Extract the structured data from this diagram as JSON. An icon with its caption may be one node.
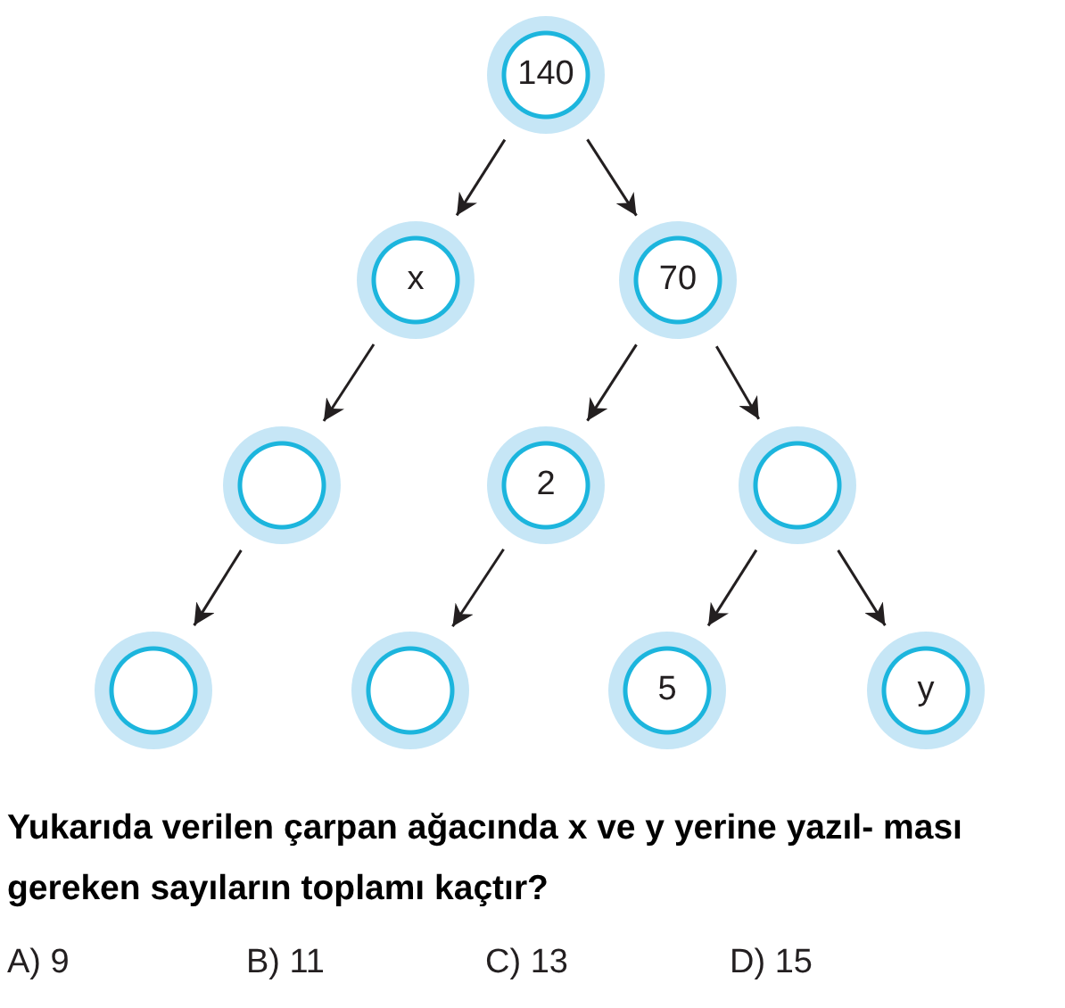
{
  "diagram": {
    "nodes": [
      {
        "text": [
          "140"
        ]
      },
      {
        "text": [
          "x"
        ]
      },
      {
        "text": [
          "70"
        ]
      },
      {
        "text": [],
        "shape": "circle"
      },
      {
        "text": [
          "2"
        ]
      },
      {
        "text": [],
        "shape": "circle"
      },
      {
        "text": [],
        "shape": "circle"
      },
      {
        "text": [],
        "shape": "circle"
      },
      {
        "text": [
          "5"
        ]
      },
      {
        "text": [
          "y"
        ]
      }
    ],
    "edges": [
      {
        "from": 0,
        "to": 1,
        "arrow": "to"
      },
      {
        "from": 0,
        "to": 2,
        "arrow": "to"
      },
      {
        "from": 1,
        "to": 3,
        "arrow": "to"
      },
      {
        "from": 2,
        "to": 4,
        "arrow": "to"
      },
      {
        "from": 2,
        "to": 5,
        "arrow": "to"
      },
      {
        "from": 3,
        "to": 6,
        "arrow": "to"
      },
      {
        "from": 4,
        "to": 7,
        "arrow": "to"
      },
      {
        "from": 5,
        "to": 8,
        "arrow": "to"
      },
      {
        "from": 5,
        "to": 9,
        "arrow": "to"
      }
    ],
    "labels": [
      "Yukarıda verilen çarpan ağacında x ve y yerine yazıl- ması gereken sayıların toplamı kaçtır?",
      "A) 9",
      "B) 11",
      "C) 13",
      "D) 15"
    ]
  }
}
